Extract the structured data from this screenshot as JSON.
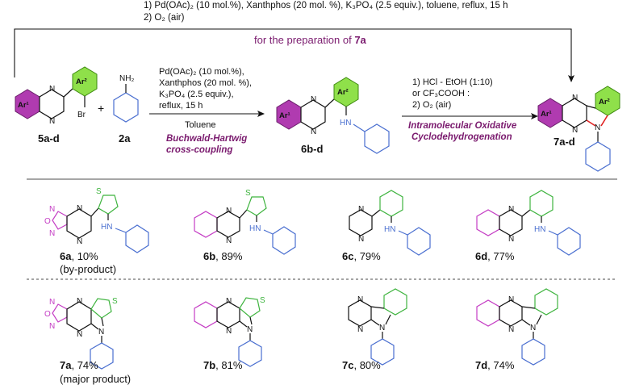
{
  "top_conditions": {
    "line1": "1) Pd(OAc)₂ (10 mol.%), Xanthphos (20 mol. %), K₃PO₄ (2.5 equiv.), toluene, reflux, 15 h",
    "line2": "2) O₂ (air)"
  },
  "bypass_label_prefix": "for the preparation of ",
  "bypass_label_target": "7a",
  "step1": {
    "conditions": [
      "Pd(OAc)₂ (10 mol.%),",
      "Xanthphos (20 mol. %),",
      "K₃PO₄ (2.5 equiv.),",
      "reflux, 15 h"
    ],
    "solvent": "Toluene",
    "name_line1": "Buchwald-Hartwig",
    "name_line2": "cross-coupling"
  },
  "step2": {
    "conditions": [
      "1) HCl - EtOH (1:10)",
      "or CF₃COOH :",
      "2) O₂ (air)"
    ],
    "name_line1": "Intramolecular Oxidative",
    "name_line2": "Cyclodehydrogenation"
  },
  "compounds": {
    "c5": "5a-d",
    "c2": "2a",
    "c6": "6b-d",
    "c7": "7a-d"
  },
  "atoms": {
    "n": "N",
    "o": "O",
    "s": "S",
    "br": "Br",
    "hn": "HN",
    "nh2": "NH₂",
    "ar1": "Ar¹",
    "ar2": "Ar²"
  },
  "plus": "+",
  "products_row1": [
    {
      "id": "6a",
      "yield": ", 10%",
      "note": "(by-product)"
    },
    {
      "id": "6b",
      "yield": ", 89%",
      "note": ""
    },
    {
      "id": "6c",
      "yield": ", 79%",
      "note": ""
    },
    {
      "id": "6d",
      "yield": ", 77%",
      "note": ""
    }
  ],
  "products_row2": [
    {
      "id": "7a",
      "yield": ", 74%",
      "note": "(major product)"
    },
    {
      "id": "7b",
      "yield": ", 81%",
      "note": ""
    },
    {
      "id": "7c",
      "yield": ", 80%",
      "note": ""
    },
    {
      "id": "7d",
      "yield": ", 74%",
      "note": ""
    }
  ]
}
